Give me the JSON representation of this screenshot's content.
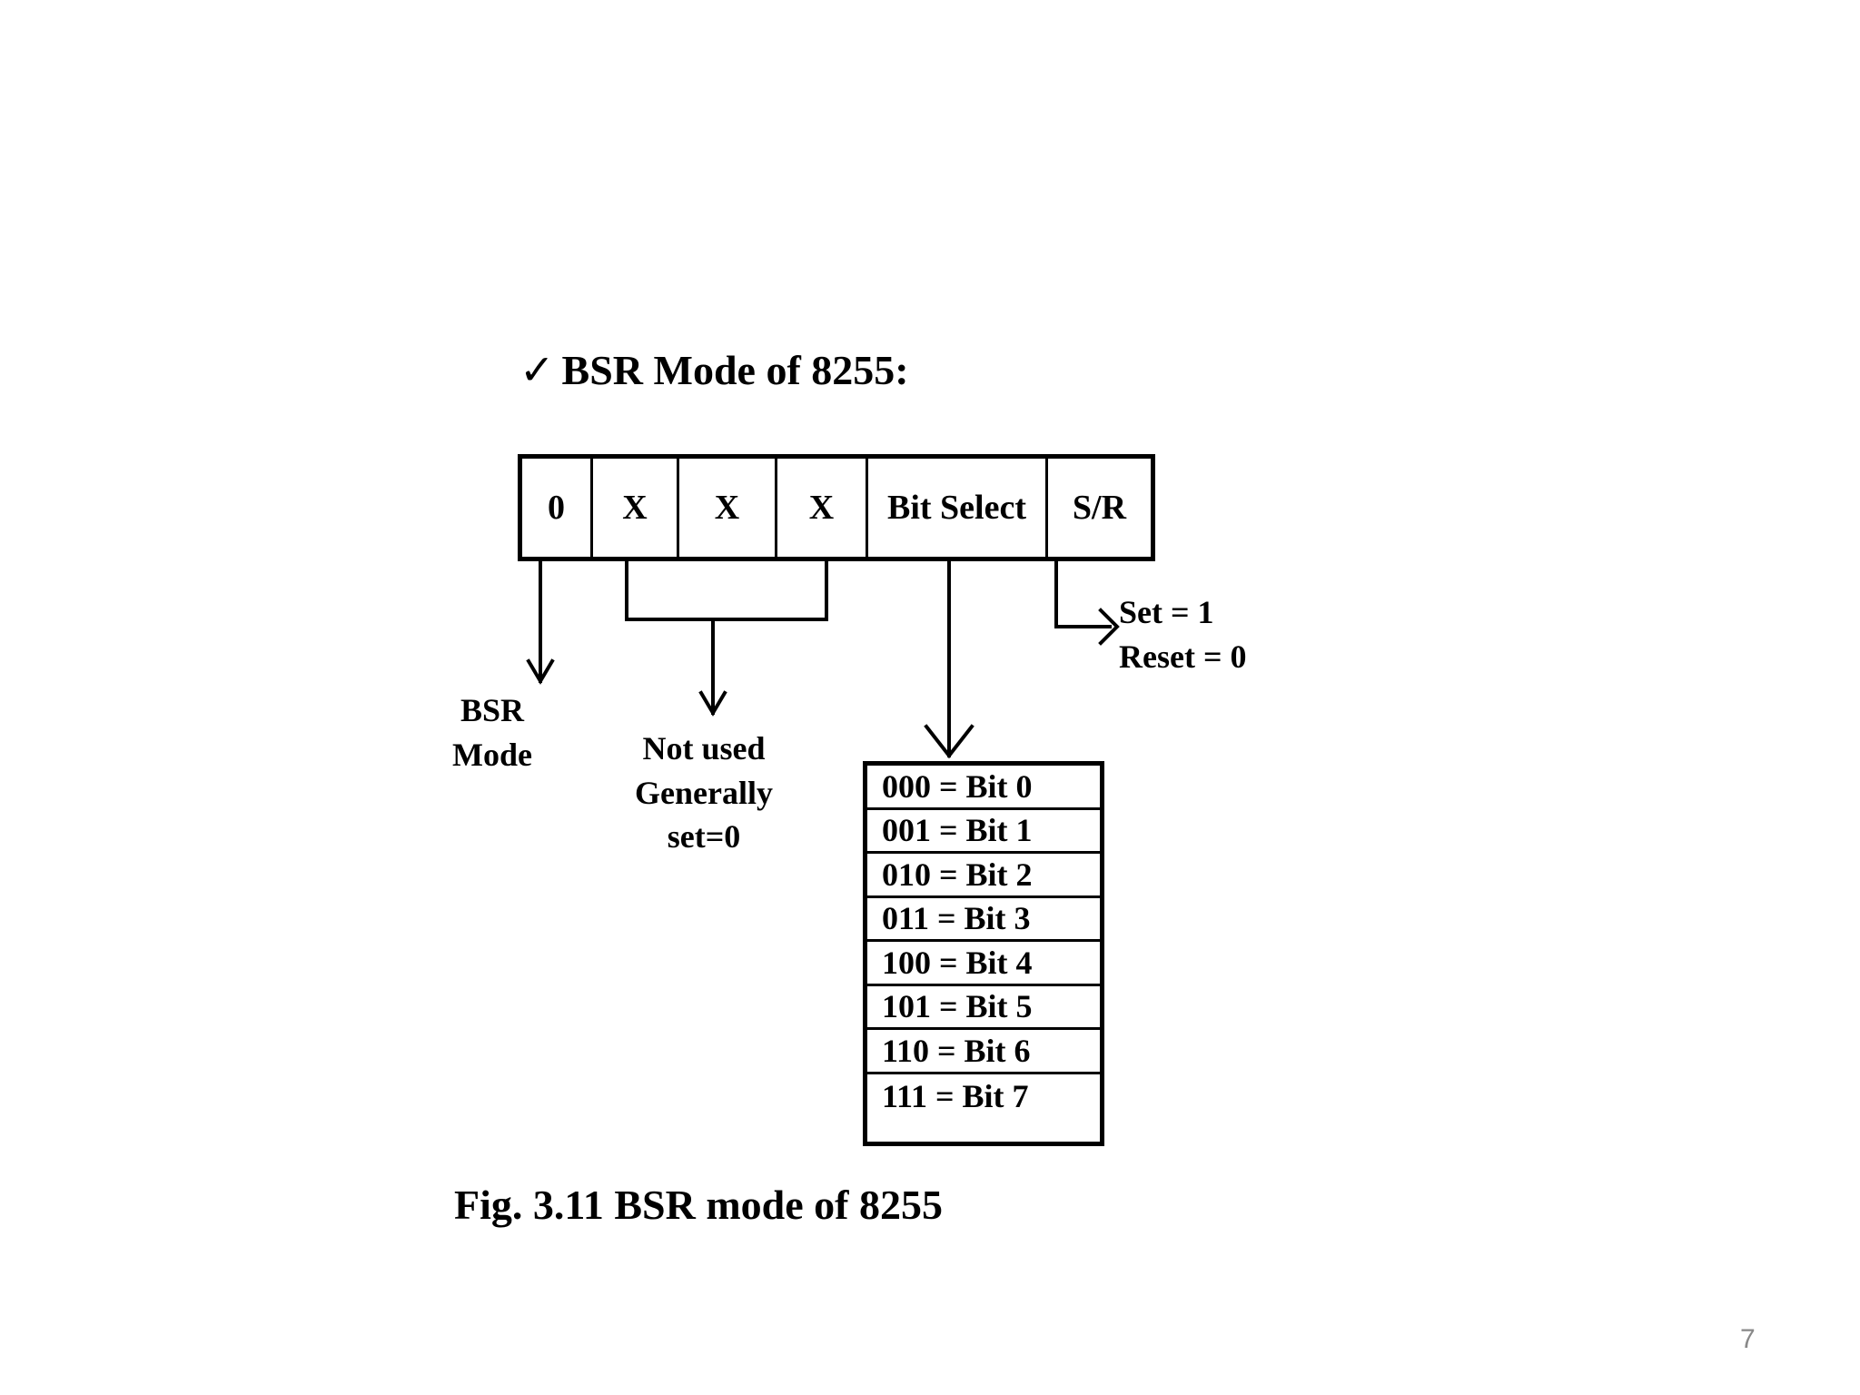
{
  "heading": {
    "check": "✓",
    "text": "BSR Mode of 8255:"
  },
  "register_cells": [
    "0",
    "X",
    "X",
    "X",
    "Bit Select",
    "S/R"
  ],
  "bsr_mode_label": [
    "BSR",
    "Mode"
  ],
  "not_used_label": [
    "Not used",
    "Generally",
    "set=0"
  ],
  "set_reset_label": [
    "Set = 1",
    "Reset = 0"
  ],
  "bit_select_table": [
    "000 = Bit 0",
    "001 = Bit 1",
    "010 = Bit 2",
    "011 = Bit 3",
    "100 = Bit 4",
    "101 = Bit 5",
    "110 = Bit 6",
    "111 = Bit 7"
  ],
  "caption": "Fig. 3.11 BSR mode of 8255",
  "page_number": "7"
}
